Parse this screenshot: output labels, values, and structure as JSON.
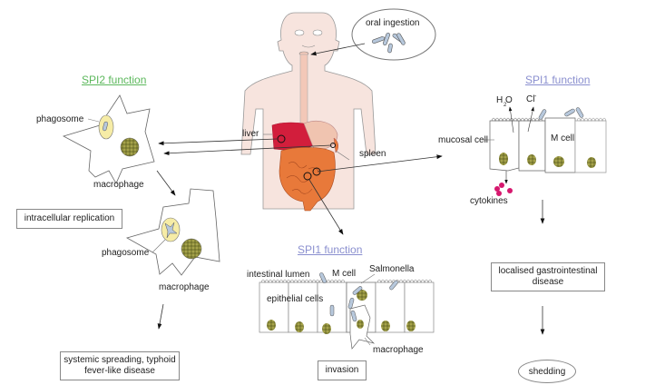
{
  "colors": {
    "spi2_heading": "#5cb85c",
    "spi1_heading": "#8a8fcf",
    "liver": "#d21e3c",
    "intestine": "#e8793a",
    "skin": "#f7e4de",
    "nucleus": "#8a8a3a",
    "phagosome": "#f6eca6",
    "cytokine": "#d6186e",
    "bacterium": "#b7c8dc"
  },
  "headings": {
    "spi2": "SPI2 function",
    "spi1_top": "SPI1 function",
    "spi1_bottom": "SPI1 function"
  },
  "labels": {
    "oral_ingestion": "oral ingestion",
    "liver": "liver",
    "spleen": "spleen",
    "phagosome_1": "phagosome",
    "macrophage_1": "macrophage",
    "phagosome_2": "phagosome",
    "macrophage_2": "macrophage",
    "h2o": "H O",
    "h2o_sub": "2",
    "cl": "Cl",
    "cl_sup": "-",
    "mucosal_cell": "mucosal cell",
    "m_cell_top": "M cell",
    "cytokines": "cytokines",
    "intestinal_lumen": "intestinal lumen",
    "m_cell_bottom": "M cell",
    "salmonella": "Salmonella",
    "epithelial_cells": "epithelial cells",
    "macrophage_3": "macrophage"
  },
  "boxes": {
    "intracellular_replication": "intracellular replication",
    "systemic_line1": "systemic spreading, typhoid",
    "systemic_line2": "fever-like disease",
    "invasion": "invasion",
    "localised_line1": "localised gastrointestinal",
    "localised_line2": "disease",
    "shedding": "shedding"
  }
}
